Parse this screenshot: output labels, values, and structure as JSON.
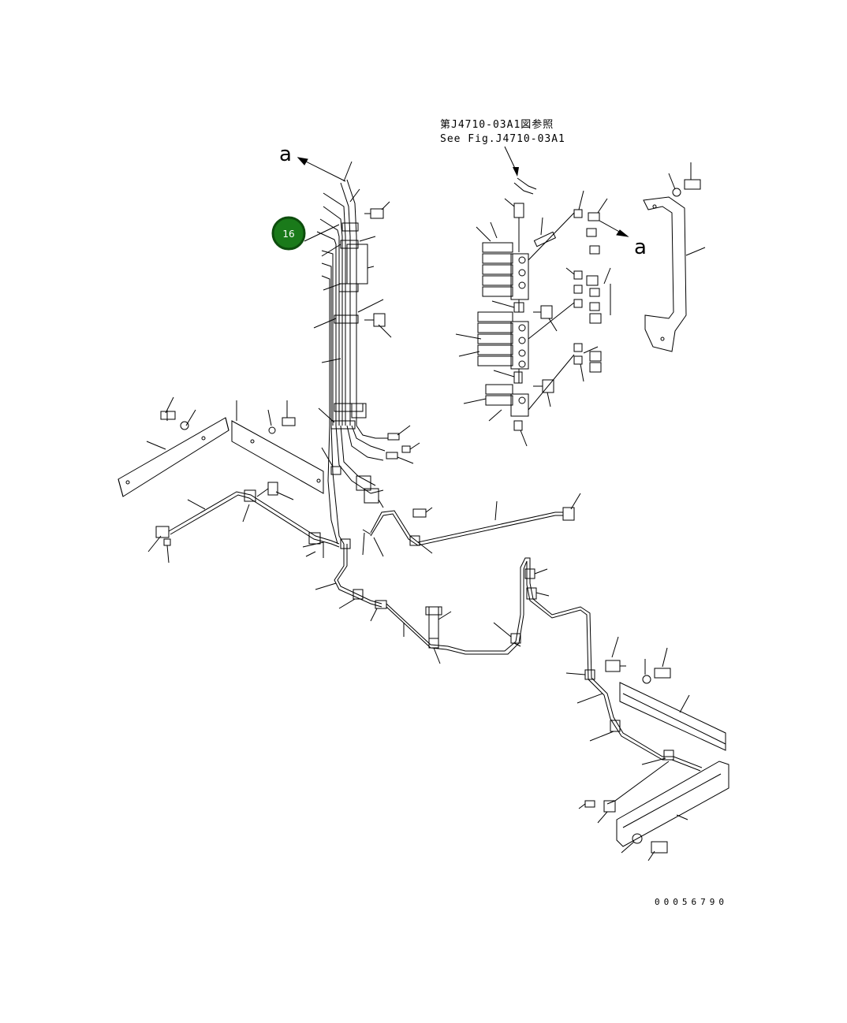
{
  "reference_note": {
    "line1": "第J4710-03A1図参照",
    "line2": "See Fig.J4710-03A1"
  },
  "connection_labels": {
    "left": "a",
    "right": "a"
  },
  "callout": {
    "number": "16",
    "color": "#1a7a1a"
  },
  "drawing_code": "00056790"
}
